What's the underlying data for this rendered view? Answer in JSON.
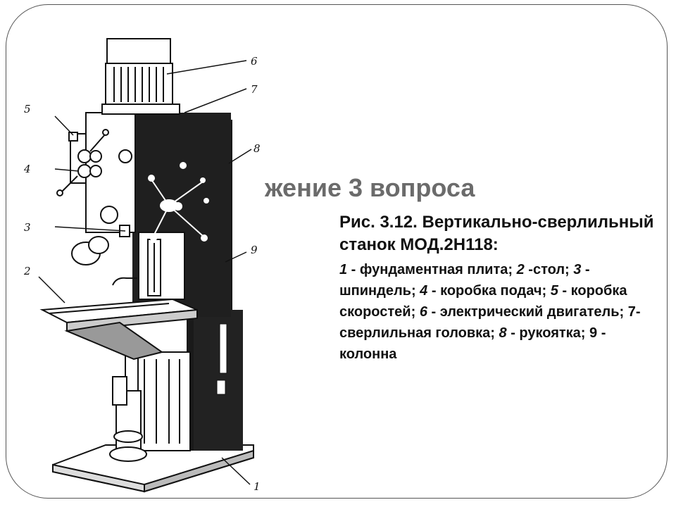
{
  "slide": {
    "title_fragment": "жение 3 вопроса"
  },
  "caption": {
    "heading": "Рис. 3.12. Вертикально-сверлильный станок МОД.2Н118:",
    "legend": [
      {
        "num": "1",
        "sep": " - ",
        "text": "фундаментная плита; "
      },
      {
        "num": "2",
        "sep": " -",
        "text": "стол; "
      },
      {
        "num": "3",
        "sep": " - ",
        "text": "шпиндель; "
      },
      {
        "num": "4",
        "sep": " - ",
        "text": "коробка подач; "
      },
      {
        "num": "5",
        "sep": " - ",
        "text": "коробка скоростей; "
      },
      {
        "num": "6",
        "sep": " - ",
        "text": "электрический двигатель; "
      },
      {
        "num": "7",
        "sep": "-",
        "text": "сверлильная головка; "
      },
      {
        "num": "8",
        "sep": " - ",
        "text": "рукоятка; "
      },
      {
        "num": "9",
        "sep": " - ",
        "text": "колонна"
      }
    ]
  },
  "figure_labels": {
    "l1": "1",
    "l2": "2",
    "l3": "3",
    "l4": "4",
    "l5": "5",
    "l6": "6",
    "l7": "7",
    "l8": "8",
    "l9": "9"
  },
  "colors": {
    "ink": "#111111",
    "title_gray": "#6b6b6b",
    "frame": "#555555"
  }
}
